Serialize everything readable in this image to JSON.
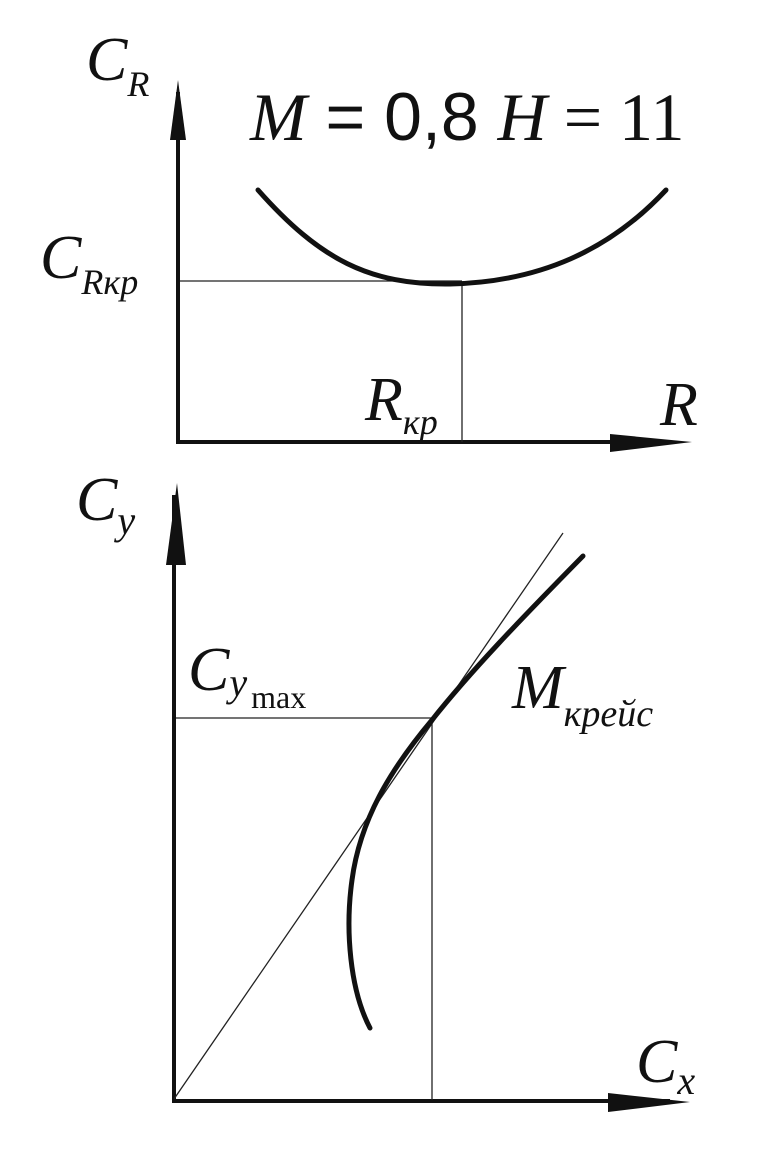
{
  "top": {
    "title_parts": [
      "M",
      " = 0,8 ",
      "H",
      " = 11"
    ],
    "y_axis": {
      "main": "C",
      "sub": "R"
    },
    "x_axis": "R",
    "y_mark": {
      "main": "C",
      "sub": "Rкр"
    },
    "x_mark": {
      "main": "R",
      "sub": "кр"
    }
  },
  "bottom": {
    "y_axis": {
      "main": "C",
      "sub": "y"
    },
    "x_axis": {
      "main": "C",
      "sub": "x"
    },
    "y_mark": {
      "main": "C",
      "sub": "y",
      "sub2": "max"
    },
    "curve_label": {
      "main": "M",
      "sub": "крейс"
    }
  }
}
